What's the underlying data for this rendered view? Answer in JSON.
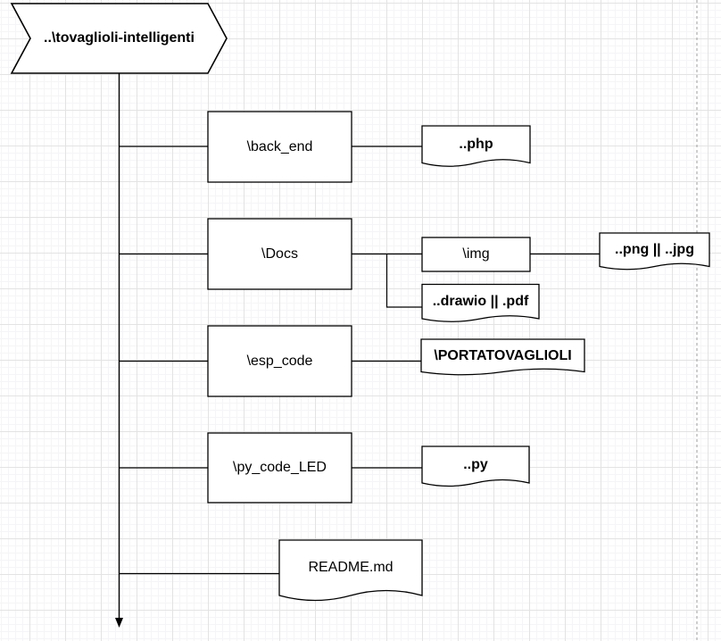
{
  "diagram": {
    "root": {
      "label": "..\\tovaglioli-intelligenti"
    },
    "folders": {
      "back_end": {
        "label": "\\back_end"
      },
      "docs": {
        "label": "\\Docs"
      },
      "img": {
        "label": "\\img"
      },
      "esp_code": {
        "label": "\\esp_code"
      },
      "py_code_led": {
        "label": "\\py_code_LED"
      }
    },
    "files": {
      "php": {
        "label": "..php"
      },
      "png_jpg": {
        "label": "..png || ..jpg"
      },
      "drawio_pdf": {
        "label": "..drawio || .pdf"
      },
      "portatovaglioli": {
        "label": "\\PORTATOVAGLIOLI"
      },
      "py": {
        "label": "..py"
      },
      "readme": {
        "label": "README.md"
      }
    },
    "colors": {
      "shape_stroke": "#000000",
      "shape_fill": "#ffffff",
      "grid_major": "#e3e3e3",
      "grid_minor": "#f5f5f7",
      "page_divider": "#9e9e9e"
    }
  }
}
